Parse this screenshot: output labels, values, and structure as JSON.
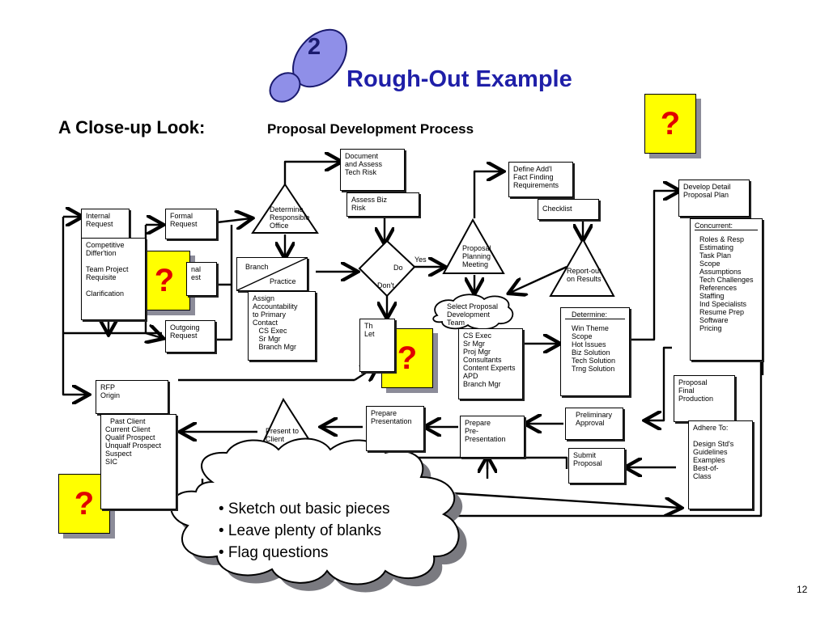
{
  "step_number": "2",
  "title": "Rough-Out Example",
  "subtitle_main": "A Close-up Look:",
  "subtitle_sub": "Proposal Development Process",
  "question_mark": "?",
  "page_number": "12",
  "colors": {
    "title_blue": "#1f1fa8",
    "footprint": "#8f8fe8",
    "question_yellow": "#ffff00",
    "question_red": "#e00000"
  },
  "nodes": {
    "internal_request": "Internal\nRequest",
    "left_list": [
      "Competitive",
      "Differ'tion",
      "",
      "Team Project",
      "Requisite",
      "",
      "Clarification"
    ],
    "formal_request": "Formal\nRequest",
    "informal_request_partial": "nal\nest",
    "outgoing_request": "Outgoing\nRequest",
    "determine_office": "Determine\nResponsible\nOffice",
    "doc_assess_tech": "Document\nand Assess\nTech Risk",
    "assess_biz_risk": "Assess Biz\nRisk",
    "branch": "Branch",
    "practice": "Practice",
    "assign_list": [
      "Assign",
      "Accountability",
      "to Primary",
      "Contact",
      "   CS Exec",
      "   Sr Mgr",
      "   Branch Mgr"
    ],
    "do_label": "Do",
    "dont_label": "Don't",
    "yes_label": "Yes",
    "thank_letter_partial": "Th\nLet",
    "proposal_planning": "Proposal\nPlanning\nMeeting",
    "define_addl": "Define Add'l\nFact Finding\nRequirements",
    "checklist": "Checklist",
    "report_out": "Report-out\non Results",
    "select_team": "Select Proposal\nDevelopment\nTeam",
    "team_list": [
      "CS Exec",
      "Sr Mgr",
      "Proj Mgr",
      "Consultants",
      "Content Experts",
      "APD",
      "Branch Mgr"
    ],
    "determine_title": "Determine:",
    "determine_list": [
      "Win Theme",
      "Scope",
      "Hot Issues",
      "Biz Solution",
      "Tech Solution",
      "Trng Solution"
    ],
    "develop_detail": "Develop Detail\nProposal Plan",
    "concurrent_title": "Concurrent:",
    "concurrent_list": [
      "Roles & Resp",
      "Estimating",
      "Task Plan",
      "Scope",
      "Assumptions",
      "Tech Challenges",
      "References",
      "Staffing",
      "Ind Specialists",
      "Resume Prep",
      "Software",
      "Pricing"
    ],
    "rfp_origin": "RFP\nOrigin",
    "rfp_list": [
      "Past Client",
      "Current Client",
      "Qualif Prospect",
      "Unqualf Prospect",
      "Suspect",
      "SIC"
    ],
    "present_to_client": "Present to\nClient",
    "prepare_presentation": "Prepare\nPresentation",
    "prepare_pre_presentation": "Prepare\nPre-\nPresentation",
    "preliminary_approval": "Preliminary\nApproval",
    "submit_proposal": "Submit\nProposal",
    "proposal_final": "Proposal\nFinal\nProduction",
    "adhere_list": [
      "Adhere To:",
      "",
      "Design Std's",
      "Guidelines",
      "Examples",
      "Best-of-",
      "Class"
    ]
  },
  "cloud_bullets": [
    "• Sketch out basic pieces",
    "• Leave plenty of blanks",
    "• Flag questions"
  ]
}
